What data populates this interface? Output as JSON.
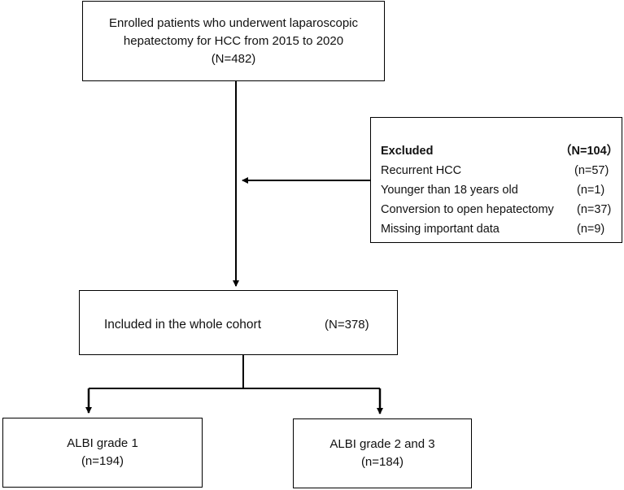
{
  "enrolled": {
    "line1": "Enrolled patients who underwent laparoscopic",
    "line2": "hepatectomy for HCC from 2015 to 2020",
    "count": "(N=482)"
  },
  "excluded": {
    "title": "Excluded",
    "total": "（N=104）",
    "items": [
      {
        "label": "Recurrent HCC",
        "count": "(n=57)"
      },
      {
        "label": "Younger than 18 years old",
        "count": "(n=1)"
      },
      {
        "label": "Conversion to open hepatectomy",
        "count": "(n=37)"
      },
      {
        "label": "Missing important data",
        "count": "(n=9)"
      }
    ]
  },
  "included": {
    "label": "Included in the whole cohort",
    "count": "(N=378)"
  },
  "groups": [
    {
      "label": "ALBI grade 1",
      "count": "(n=194)"
    },
    {
      "label": "ALBI grade 2 and 3",
      "count": "(n=184)"
    }
  ]
}
